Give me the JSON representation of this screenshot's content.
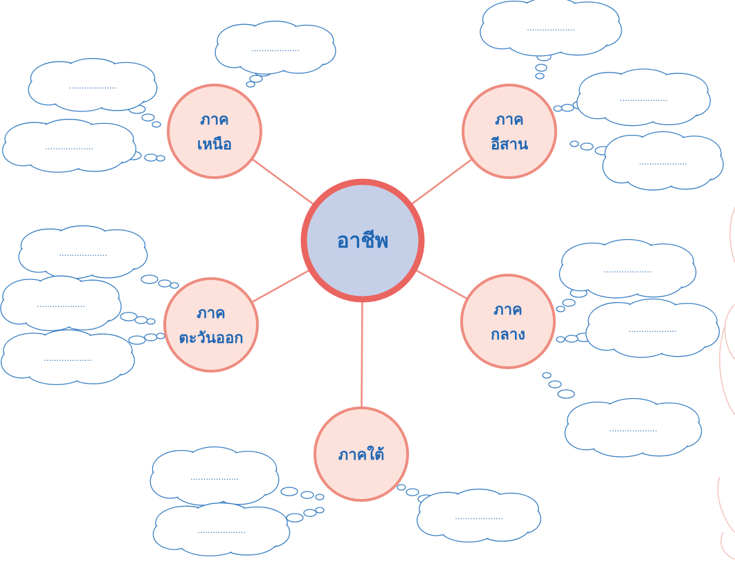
{
  "center": {
    "label": "อาชีพ"
  },
  "regions": [
    {
      "id": "north",
      "lines": [
        "ภาค",
        "เหนือ"
      ]
    },
    {
      "id": "northeast",
      "lines": [
        "ภาค",
        "อีสาน"
      ]
    },
    {
      "id": "east",
      "lines": [
        "ภาค",
        "ตะวันออก"
      ]
    },
    {
      "id": "central",
      "lines": [
        "ภาค",
        "กลาง"
      ]
    },
    {
      "id": "south",
      "lines": [
        "ภาคใต้"
      ]
    }
  ],
  "blank": "……………….",
  "colors": {
    "center_fill": "#c5d0e8",
    "center_ring": "#ea6460",
    "node_fill": "#fde2dc",
    "node_ring": "#ee8c80",
    "connector": "#ee8c80",
    "text": "#1f66b3",
    "cloud": "#3a7fc3"
  }
}
